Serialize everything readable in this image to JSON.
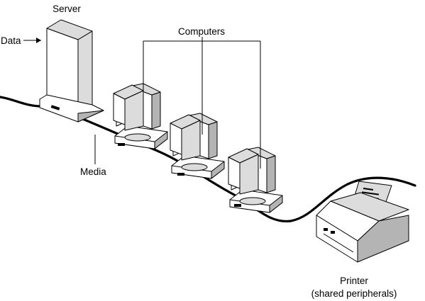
{
  "labels": {
    "server": "Server",
    "data": "Data",
    "computers": "Computers",
    "media": "Media",
    "printer": "Printer",
    "printer_sub": "(shared peripherals)"
  }
}
